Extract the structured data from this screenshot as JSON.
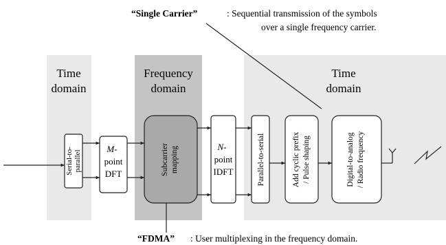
{
  "annotations": {
    "single_carrier": {
      "term": "“Single Carrier”",
      "description_line1": ": Sequential transmission of the symbols",
      "description_line2": "over a single frequency carrier."
    },
    "fdma": {
      "term": "“FDMA”",
      "description": ": User multiplexing in the frequency domain."
    }
  },
  "domains": {
    "time_left": {
      "line1": "Time",
      "line2": "domain"
    },
    "frequency": {
      "line1": "Frequency",
      "line2": "domain"
    },
    "time_right": {
      "line1": "Time",
      "line2": "domain"
    }
  },
  "blocks": {
    "serial_to_parallel": {
      "line1": "Serial-to-",
      "line2": "parallel"
    },
    "m_point_dft": {
      "line1": "M-",
      "line2": "point",
      "line3": "DFT"
    },
    "subcarrier_mapping": {
      "line1": "Subcarrier",
      "line2": "mapping"
    },
    "n_point_idft": {
      "line1": "N-",
      "line2": "point",
      "line3": "IDFT"
    },
    "parallel_to_serial": {
      "line1": "Parallel-to-serial"
    },
    "cyclic_prefix": {
      "line1": "Add cyclic prefix",
      "line2": "/ Pulse shaping"
    },
    "dac_rf": {
      "line1": "Digital-to-analog",
      "line2": "/ Radio frequency"
    }
  },
  "colors": {
    "time_shade": "#e9e9e9",
    "frequency_shade": "#c4c4c4",
    "subcarrier_fill": "#a9a9a9",
    "stroke": "#222222"
  }
}
